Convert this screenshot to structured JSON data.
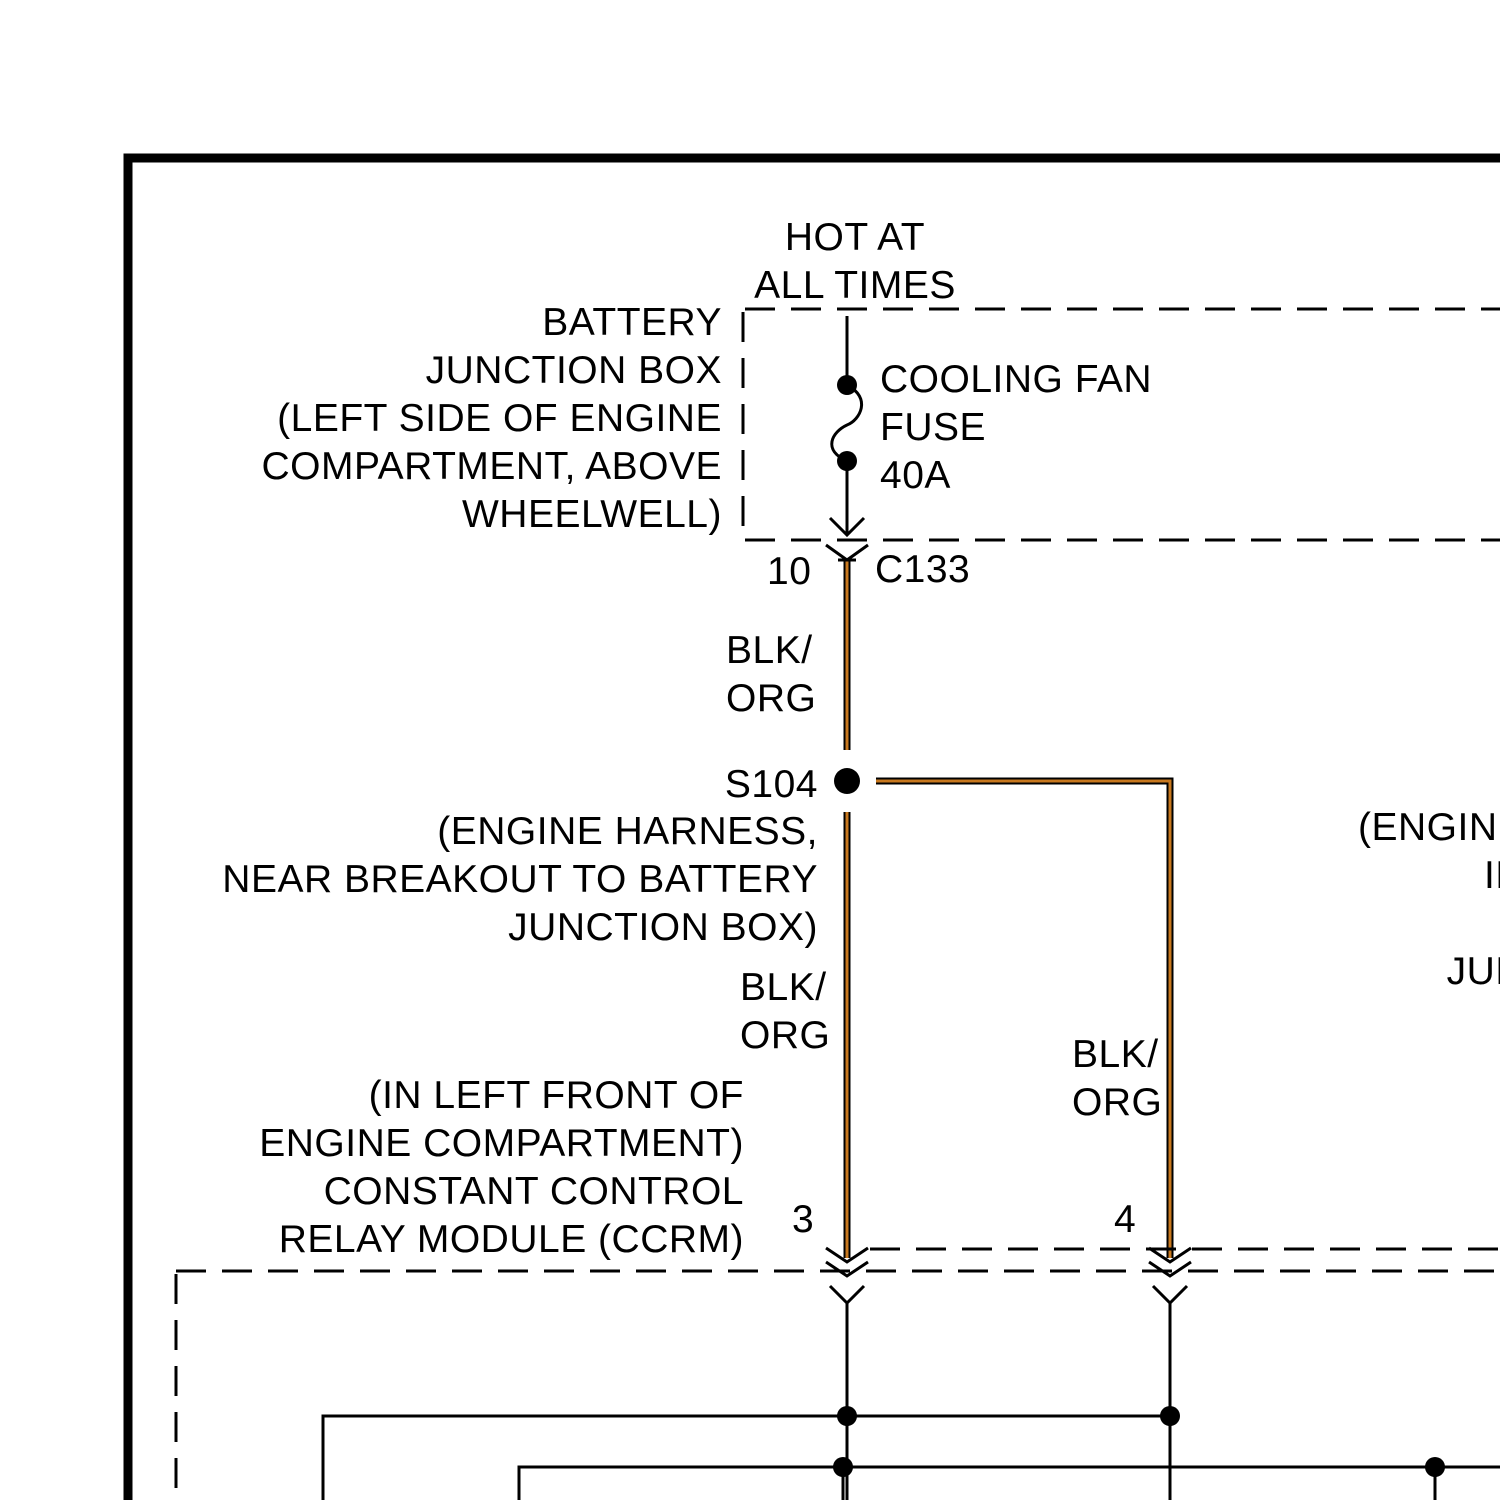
{
  "diagram": {
    "hot_at_all_times": "HOT AT\nALL TIMES",
    "battery_junction_box": "BATTERY\nJUNCTION BOX\n(LEFT SIDE OF ENGINE\nCOMPARTMENT, ABOVE\nWHEELWELL)",
    "fuse_label": "COOLING FAN\nFUSE\n40A",
    "connector_pin_top": "10",
    "connector_id": "C133",
    "wire_color_1": "BLK/\nORG",
    "splice_id": "S104",
    "splice_location": "(ENGINE HARNESS,\nNEAR BREAKOUT TO BATTERY\nJUNCTION BOX)",
    "wire_color_2": "BLK/\nORG",
    "wire_color_3": "BLK/\nORG",
    "ccrm_label": "(IN LEFT FRONT OF\nENGINE COMPARTMENT)\nCONSTANT CONTROL\nRELAY MODULE (CCRM)",
    "pin_3": "3",
    "pin_4": "4",
    "cut_off_label": "(ENGINE\nIN\nT\nJUN",
    "wire_color_hex": "#c8781e"
  }
}
